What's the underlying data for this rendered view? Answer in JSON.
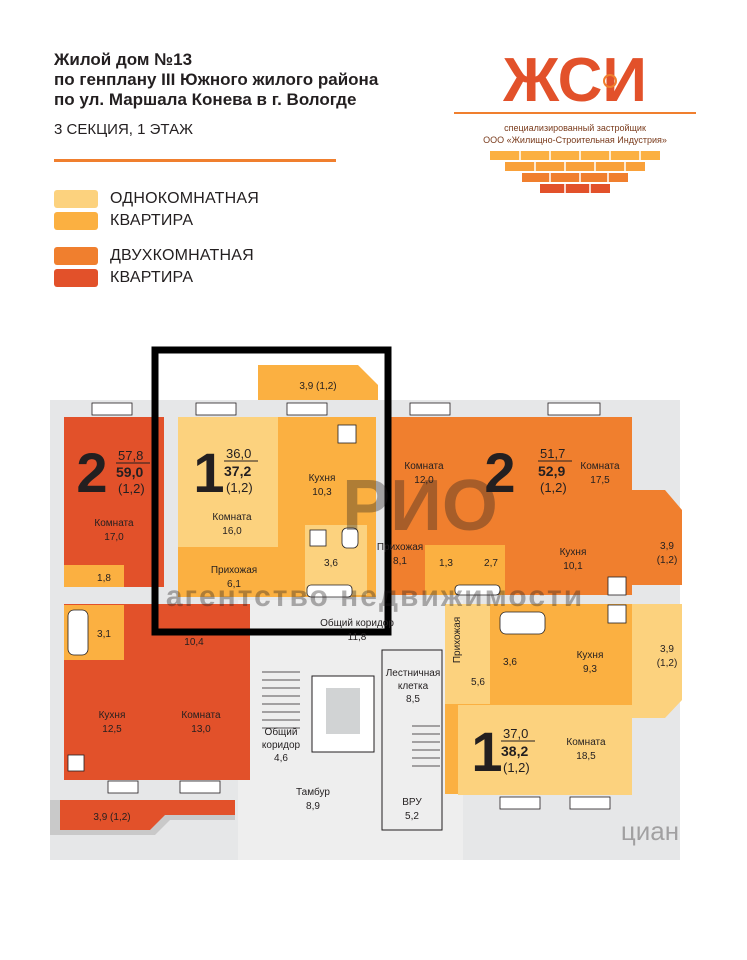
{
  "header": {
    "title_lines": [
      "Жилой дом №13",
      "по генплану III Южного жилого района",
      "по ул. Маршала Конева в г. Вологде"
    ],
    "subtitle": "3 СЕКЦИЯ, 1 ЭТАЖ"
  },
  "logo": {
    "letters": "ЖСИ",
    "line1": "специализированный застройщик",
    "line2": "ООО «Жилищно-Строительная Индустрия»"
  },
  "legend": {
    "one_room_line1": "ОДНОКОМНАТНАЯ",
    "one_room_line2": "КВАРТИРА",
    "two_room_line1": "ДВУХКОМНАТНАЯ",
    "two_room_line2": "КВАРТИРА",
    "colors": {
      "one_room_light": "#fcd27e",
      "one_room": "#fbb041",
      "two_room": "#f07f2e",
      "two_room_dark": "#e2512a"
    }
  },
  "apartments": {
    "a_left": {
      "rooms": "2",
      "area1": "57,8",
      "area2": "59,0",
      "coef": "(1,2)"
    },
    "b_selected": {
      "rooms": "1",
      "area1": "36,0",
      "area2": "37,2",
      "coef": "(1,2)"
    },
    "c_right_top": {
      "rooms": "2",
      "area1": "51,7",
      "area2": "52,9",
      "coef": "(1,2)"
    },
    "d_right_bottom": {
      "rooms": "1",
      "area1": "37,0",
      "area2": "38,2",
      "coef": "(1,2)"
    }
  },
  "labels": {
    "balcony_top": "3,9 (1,2)",
    "kitchen_b": "Кухня",
    "kitchen_b_val": "10,3",
    "room_b": "Комната",
    "room_b_val": "16,0",
    "hall_b": "Прихожая",
    "hall_b_val": "6,1",
    "bath_b": "3,6",
    "room_a": "Комната",
    "room_a_val": "17,0",
    "wc_a": "1,8",
    "bath_a": "3,1",
    "hall_a_val": "10,4",
    "kitchen_a": "Кухня",
    "kitchen_a_val": "12,5",
    "room_a2": "Комната",
    "room_a2_val": "13,0",
    "balcony_a": "3,9 (1,2)",
    "room_c1": "Комната",
    "room_c1_val": "12,0",
    "room_c2": "Комната",
    "room_c2_val": "17,5",
    "hall_c": "Прихожая",
    "hall_c_val": "8,1",
    "wc_c": "1,3",
    "bath_c": "2,7",
    "kitchen_c": "Кухня",
    "kitchen_c_val": "10,1",
    "balcony_c": "3,9",
    "balcony_c_coef": "(1,2)",
    "corridor": "Общий коридор",
    "corridor_val": "11,8",
    "hall_d": "Прихожая",
    "hall_d_val": "5,6",
    "bath_d": "3,6",
    "kitchen_d": "Кухня",
    "kitchen_d_val": "9,3",
    "balcony_d": "3,9",
    "balcony_d_coef": "(1,2)",
    "room_d": "Комната",
    "room_d_val": "18,5",
    "stair": "Лестничная",
    "stair2": "клетка",
    "stair_val": "8,5",
    "corridor2": "Общий",
    "corridor2b": "коридор",
    "corridor2_val": "4,6",
    "tambour": "Тамбур",
    "tambour_val": "8,9",
    "vru": "ВРУ",
    "vru_val": "5,2"
  },
  "watermark": {
    "brand": "РИО",
    "agency": "агентство недвижимости",
    "cian": "циан"
  }
}
